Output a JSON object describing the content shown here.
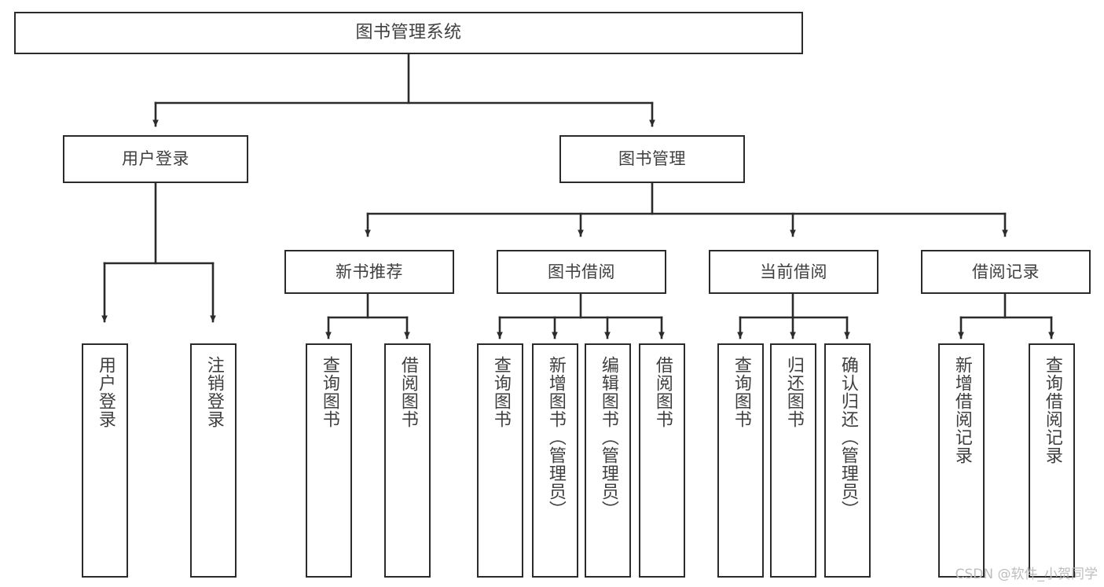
{
  "diagram": {
    "type": "tree",
    "title": "图书管理系统",
    "orientation": "top-down",
    "colors": {
      "box_border": "#2b2b2b",
      "box_fill": "#ffffff",
      "edge": "#2b2b2b",
      "text": "#3f3f3f",
      "watermark": "#bdbdbd",
      "background": "#ffffff"
    },
    "root": {
      "label": "图书管理系统"
    },
    "level2": [
      {
        "label": "用户登录"
      },
      {
        "label": "图书管理"
      }
    ],
    "level3": [
      {
        "label": "新书推荐"
      },
      {
        "label": "图书借阅"
      },
      {
        "label": "当前借阅"
      },
      {
        "label": "借阅记录"
      }
    ],
    "leaves": {
      "user_login": [
        {
          "label": "用户登录"
        },
        {
          "label": "注销登录"
        }
      ],
      "new_book_recommend": [
        {
          "label": "查询图书"
        },
        {
          "label": "借阅图书"
        }
      ],
      "book_borrow": [
        {
          "label": "查询图书"
        },
        {
          "label": "新增图书（管理员）"
        },
        {
          "label": "编辑图书（管理员）"
        },
        {
          "label": "借阅图书"
        }
      ],
      "current_borrow": [
        {
          "label": "查询图书"
        },
        {
          "label": "归还图书"
        },
        {
          "label": "确认归还（管理员）"
        }
      ],
      "borrow_record": [
        {
          "label": "新增借阅记录"
        },
        {
          "label": "查询借阅记录"
        }
      ]
    }
  },
  "watermark": {
    "text": "CSDN @软件_小贺同学"
  }
}
